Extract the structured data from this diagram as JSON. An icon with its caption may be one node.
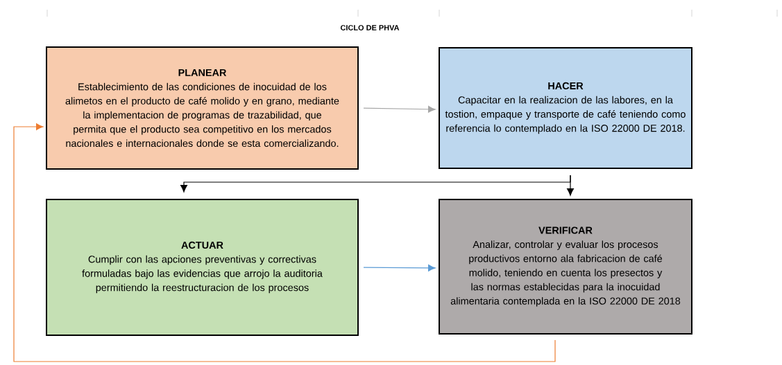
{
  "diagram": {
    "title": "CICLO DE PHVA",
    "nodes": [
      {
        "text": [
          "PLANEAR",
          "Establecimiento de las condiciones de inocuidad de los alimetos en el producto de café molido y en grano, mediante la implementacion de programas de trazabilidad, que permita que el producto sea competitivo en los mercados nacionales e internacionales donde se esta comercializando."
        ]
      },
      {
        "text": [
          "HACER",
          "Capacitar en la realizacion de las labores, en la tostion, empaque y transporte de café teniendo como referencia lo contemplado en la ISO 22000 DE 2018."
        ]
      },
      {
        "text": [
          "ACTUAR",
          "Cumplir con las apciones preventivas y correctivas formuladas bajo las evidencias que arrojo la auditoria permitiendo la reestructuracion de los procesos"
        ]
      },
      {
        "text": [
          "VERIFICAR",
          "Analizar, controlar y evaluar  los procesos productivos entorno ala fabricacion de  café molido, teniendo en cuenta los presectos y las normas establecidas para la inocuidad alimentaria contemplada en la ISO 22000 DE 2018"
        ]
      }
    ],
    "edges": [
      {
        "from": 0,
        "to": 1,
        "arrow": "to",
        "color": "#a6a6a6"
      },
      {
        "from": 1,
        "to": 3,
        "arrow": "to",
        "color": "#000000"
      },
      {
        "from": 1,
        "to": 2,
        "arrow": "to",
        "color": "#000000"
      },
      {
        "from": 2,
        "to": 3,
        "arrow": "to",
        "color": "#5b9bd5"
      },
      {
        "from": 3,
        "to": 0,
        "arrow": "to",
        "color": "#ed7d31"
      }
    ]
  }
}
